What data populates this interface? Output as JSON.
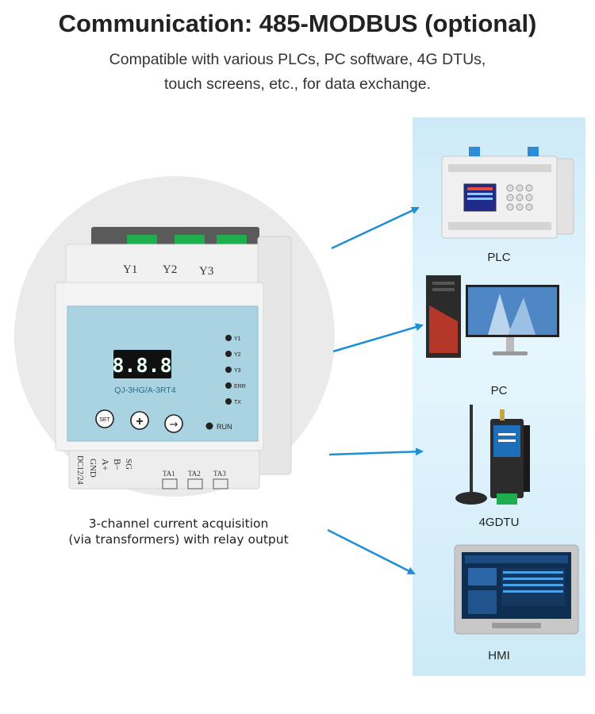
{
  "header": {
    "title": "Communication: 485-MODBUS (optional)",
    "subtitle_line1": "Compatible with various PLCs, PC software, 4G DTUs,",
    "subtitle_line2": "touch screens, etc., for data exchange."
  },
  "module": {
    "top_terminals": [
      "Y1",
      "Y2",
      "Y3"
    ],
    "display": "8.8.8",
    "model": "QJ-3HG/A-3RT4",
    "indicators": [
      "Y1",
      "Y2",
      "Y3",
      "ERR",
      "TX"
    ],
    "run_label": "RUN",
    "buttons": {
      "set": "SET",
      "plus": "+",
      "next": "→"
    },
    "bottom_terminals": [
      "DC12/24",
      "GND",
      "A+",
      "B−",
      "SG",
      "TA1",
      "TA2",
      "TA3"
    ],
    "caption_line1": "3-channel current acquisition",
    "caption_line2": "(via transformers) with relay output"
  },
  "devices": [
    {
      "label": "PLC"
    },
    {
      "label": "PC"
    },
    {
      "label": "4GDTU"
    },
    {
      "label": "HMI"
    }
  ],
  "colors": {
    "arrow": "#1e8fd6",
    "panel": "#d6eef9",
    "module_face": "#a9d3e0",
    "terminal_green": "#1fae4e"
  }
}
